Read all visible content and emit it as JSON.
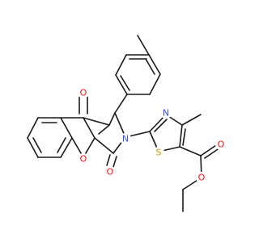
{
  "molecule": {
    "atom_labels": {
      "ketone_oxygen": "O",
      "lactam_oxygen": "O",
      "ring_oxygen": "O",
      "lactam_nitrogen": "N",
      "thiazole_nitrogen": "N",
      "thiazole_sulfur": "S",
      "ester_carbonyl_oxygen": "O",
      "ester_ether_oxygen": "O"
    },
    "colors": {
      "bond": "#1a1a1a",
      "oxygen": "#ff0d0d",
      "nitrogen": "#3050f8",
      "sulfur": "#c8a000"
    }
  }
}
